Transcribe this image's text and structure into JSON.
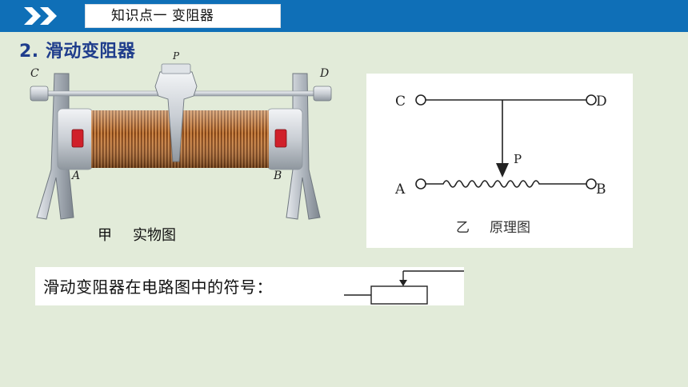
{
  "header": {
    "title": "知识点一  变阻器",
    "bar_color": "#0f6fb7"
  },
  "section": {
    "heading": "2. 滑动变阻器"
  },
  "photo": {
    "terminal_labels": {
      "c": "C",
      "d": "D",
      "a": "A",
      "b": "B",
      "p": "P"
    },
    "caption_label": "甲",
    "caption_text": "实物图"
  },
  "diagram": {
    "labels": {
      "c": "C",
      "d": "D",
      "a": "A",
      "b": "B",
      "p": "P"
    },
    "caption_label": "乙",
    "caption_text": "原理图"
  },
  "symbol_note": {
    "text": "滑动变阻器在电路图中的符号："
  }
}
